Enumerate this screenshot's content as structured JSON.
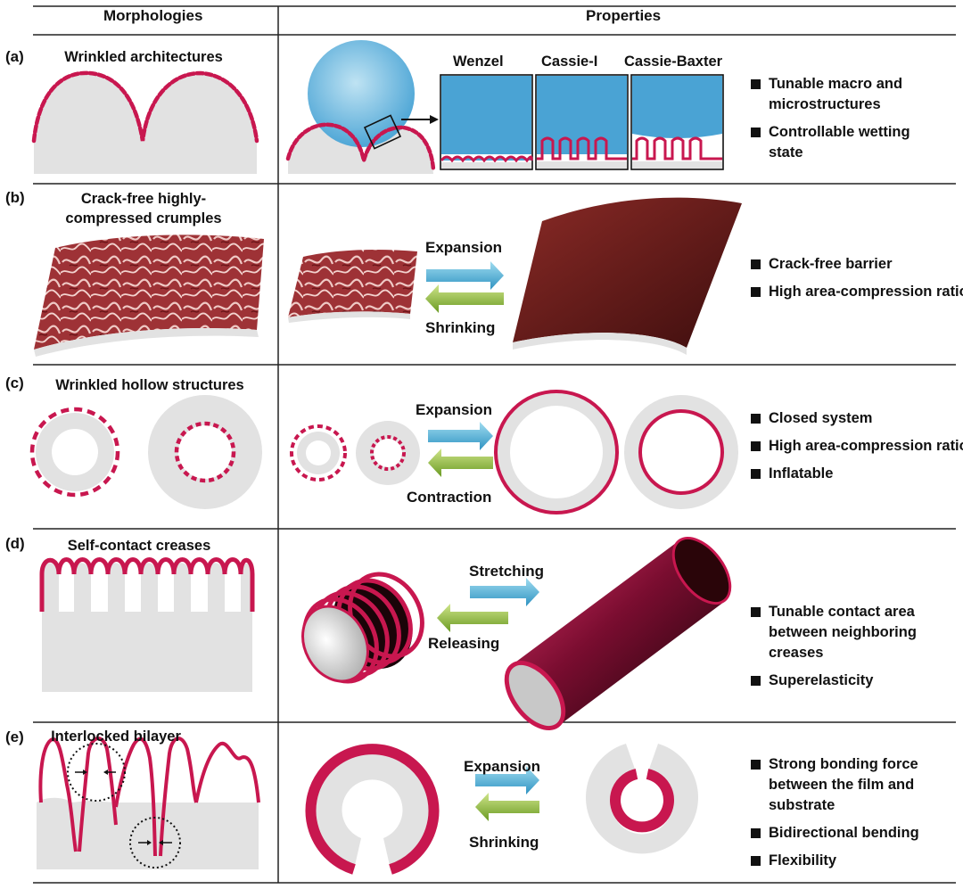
{
  "headers": {
    "morphologies": "Morphologies",
    "properties": "Properties"
  },
  "colors": {
    "film": "#c8174f",
    "substrate": "#e2e2e2",
    "droplet": "#5aaed8",
    "water": "#4aa3d4",
    "arrow_blue": "#4ab4d8",
    "arrow_green": "#8ab43a",
    "crumple": "#a83a3e",
    "dark_film": "#4e1414"
  },
  "rows": [
    {
      "label": "(a)",
      "title": "Wrinkled architectures",
      "states": [
        "Wenzel",
        "Cassie-I",
        "Cassie-Baxter"
      ],
      "properties": [
        "Tunable macro and microstructures",
        "Controllable wetting state"
      ]
    },
    {
      "label": "(b)",
      "title": "Crack-free highly-compressed crumples",
      "arrow_top": "Expansion",
      "arrow_bottom": "Shrinking",
      "properties": [
        "Crack-free barrier",
        "High area-compression ratio"
      ]
    },
    {
      "label": "(c)",
      "title": "Wrinkled hollow structures",
      "arrow_top": "Expansion",
      "arrow_bottom": "Contraction",
      "properties": [
        "Closed system",
        "High area-compression ratio",
        "Inflatable"
      ]
    },
    {
      "label": "(d)",
      "title": "Self-contact creases",
      "arrow_top": "Stretching",
      "arrow_bottom": "Releasing",
      "properties": [
        "Tunable contact area between neighboring creases",
        "Superelasticity"
      ]
    },
    {
      "label": "(e)",
      "title": "Interlocked bilayer",
      "arrow_top": "Expansion",
      "arrow_bottom": "Shrinking",
      "properties": [
        "Strong bonding force between the film and substrate",
        "Bidirectional bending",
        "Flexibility"
      ]
    }
  ]
}
